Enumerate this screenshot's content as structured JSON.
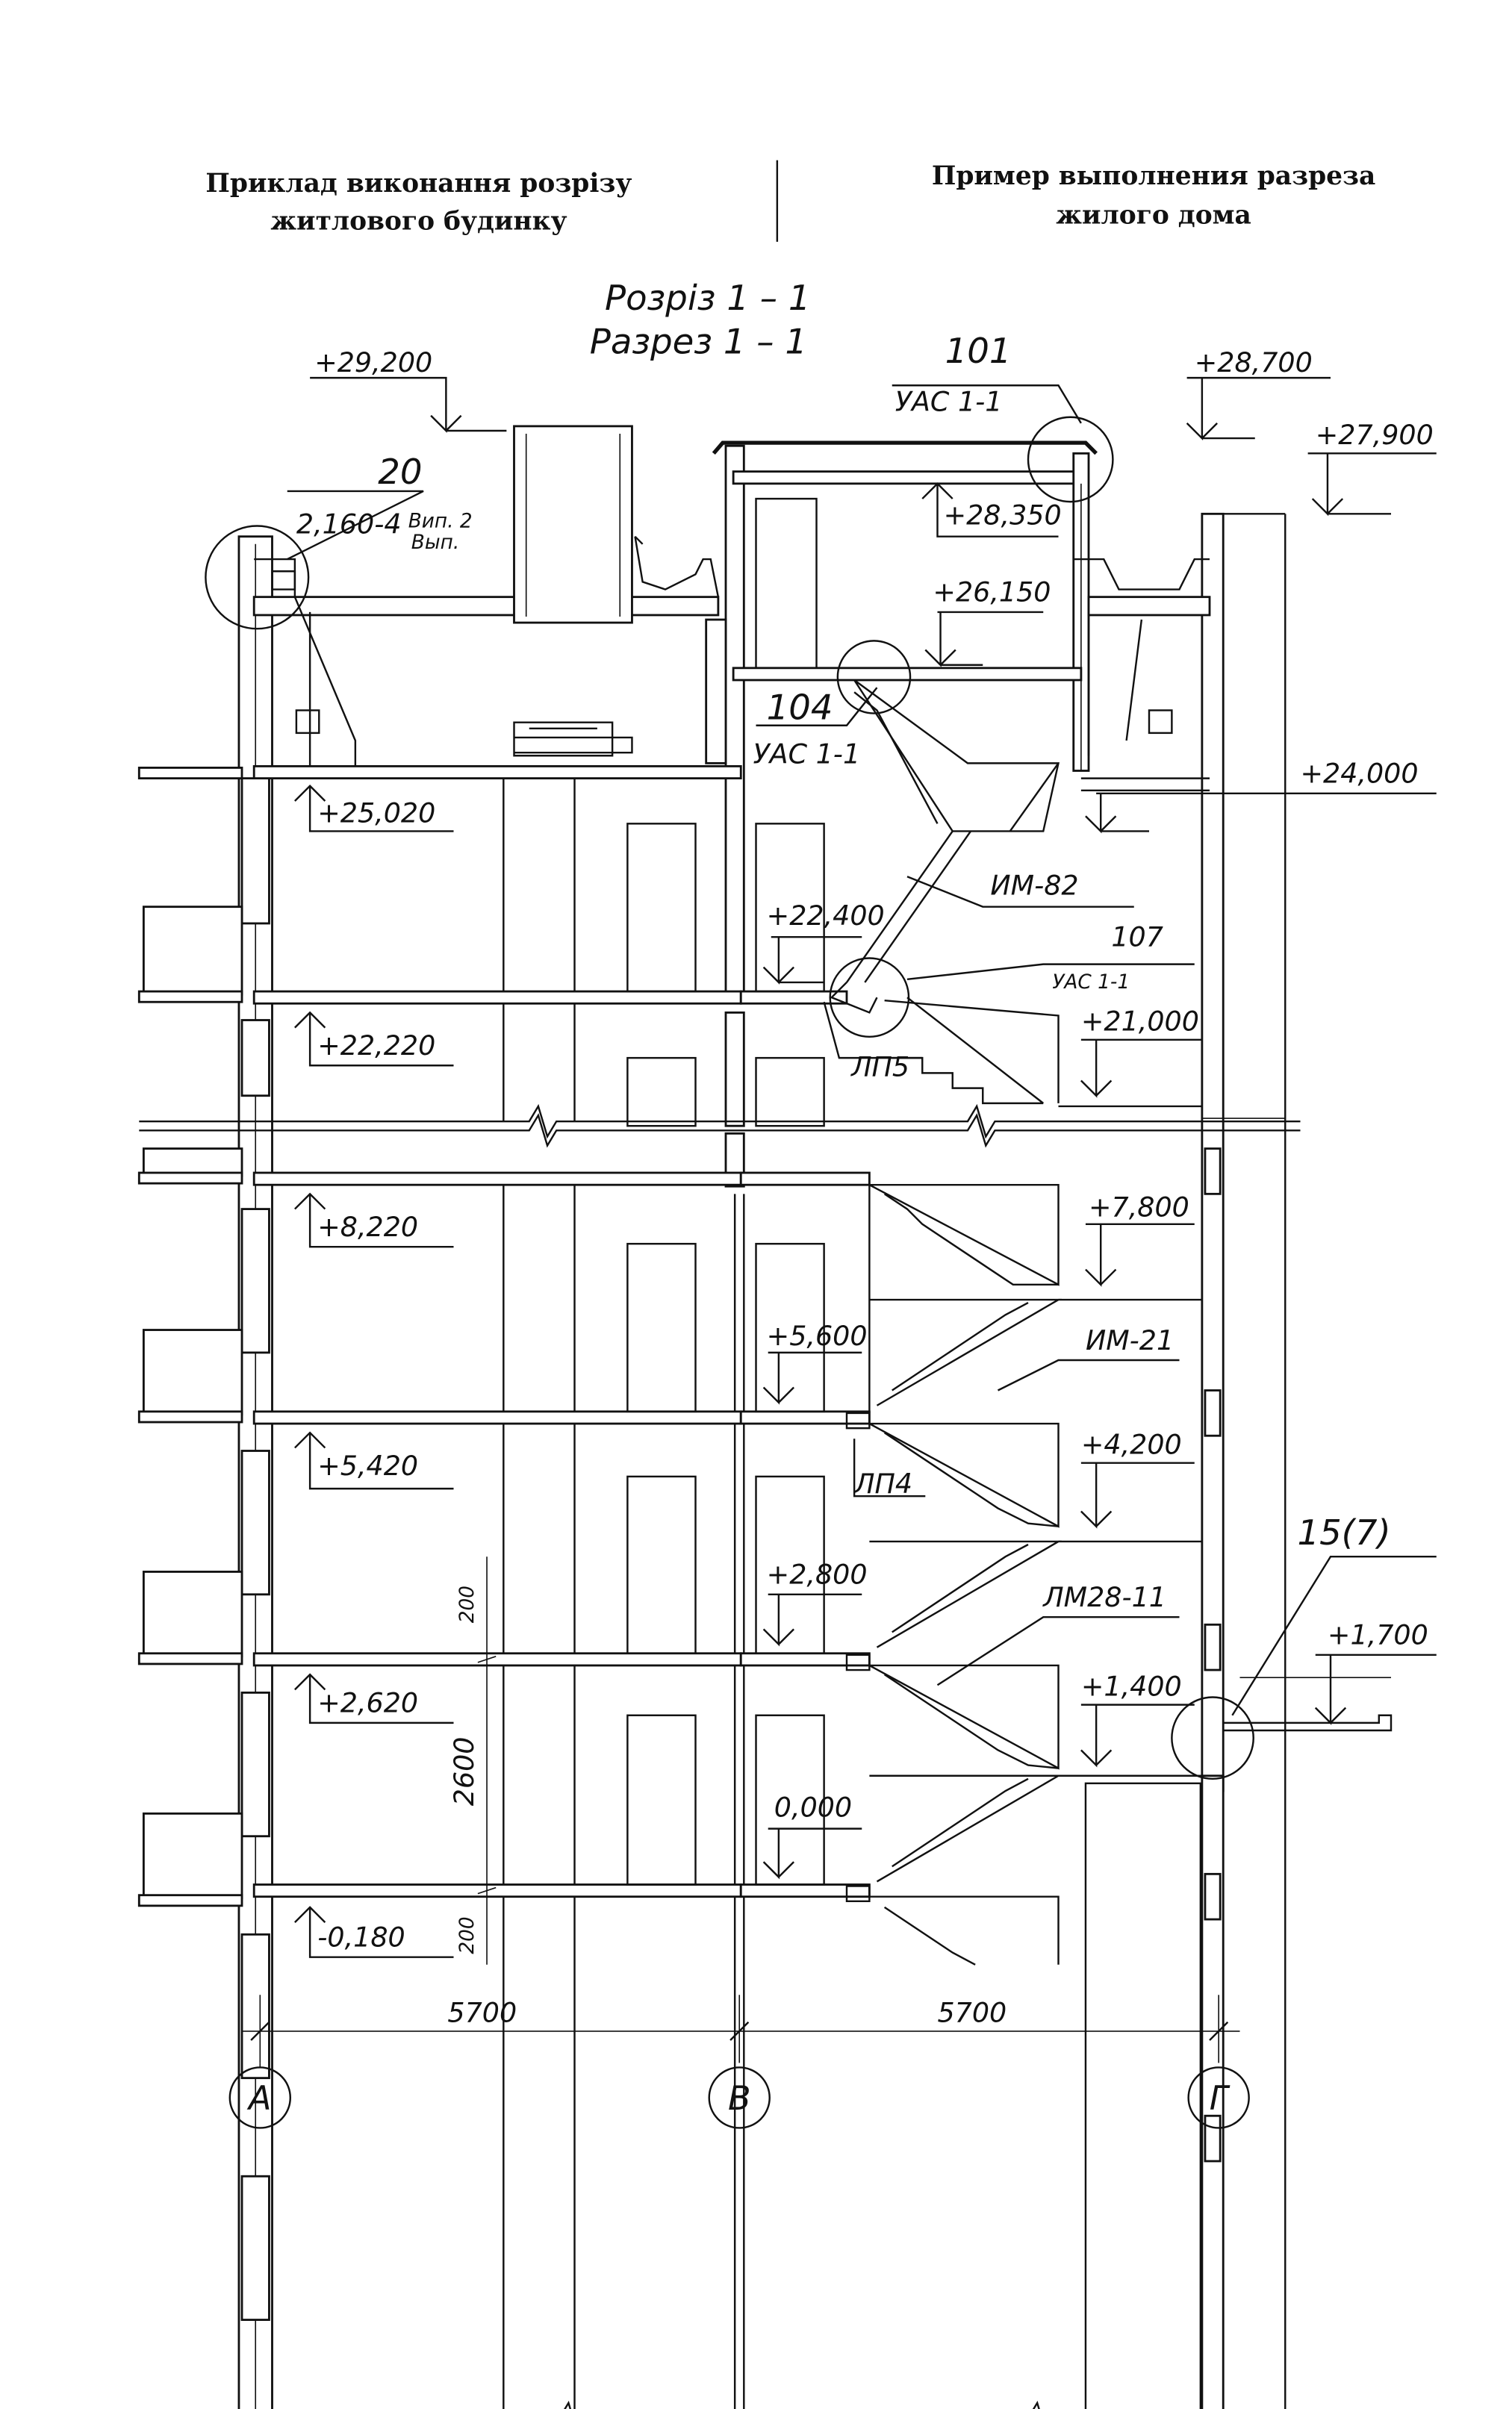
{
  "header": {
    "left_line1": "Приклад виконання розрізу",
    "left_line2": "житлового будинку",
    "right_line1": "Пример выполнения разреза",
    "right_line2": "жилого дома"
  },
  "title": {
    "line1": "Розріз 1 – 1",
    "line2": "Разрез 1 – 1"
  },
  "elevations": {
    "top_left": "+29,200",
    "top_right": "+28,700",
    "parapet": "+27,900",
    "roof_stair": "+28,350",
    "stair_ceiling": "+26,150",
    "landing_top": "+24,000",
    "floor_25": "+25,020",
    "landing_22": "+22,400",
    "floor_22": "+22,220",
    "landing_21": "+21,000",
    "floor_8": "+8,220",
    "landing_78": "+7,800",
    "landing_56": "+5,600",
    "floor_5": "+5,420",
    "landing_42": "+4,200",
    "landing_28": "+2,800",
    "floor_2": "+2,620",
    "landing_14": "+1,400",
    "entrance": "+1,700",
    "landing_0": "0,000",
    "floor_0": "-0,180"
  },
  "callouts": {
    "node_20": "20",
    "node_20_ref": "2,160-4",
    "node_20_vip": "Вип. 2",
    "node_20_vyp": "Вып.",
    "node_101": "101",
    "node_101_ref": "УАС 1-1",
    "node_104": "104",
    "node_104_ref": "УАС 1-1",
    "node_107": "107",
    "node_107_ref": "УАС 1-1",
    "node_15": "15(7)"
  },
  "marks": {
    "im82": "ИМ-82",
    "lp5": "ЛП5",
    "im21": "ИМ-21",
    "lp4": "ЛП4",
    "lm28": "ЛМ28-11"
  },
  "dimensions": {
    "span_ab": "5700",
    "span_bg": "5700",
    "slab_top": "200",
    "storey": "2600",
    "slab_bottom": "200"
  },
  "axes": {
    "a": "А",
    "b": "В",
    "c": "Г"
  }
}
